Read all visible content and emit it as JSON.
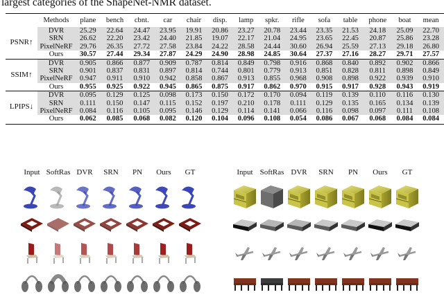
{
  "caption": "largest categories of the ShapeNet-NMR dataset.",
  "table": {
    "methods_header": "Methods",
    "categories": [
      "plane",
      "bench",
      "cbnt.",
      "car",
      "chair",
      "disp.",
      "lamp",
      "spkr.",
      "rifle",
      "sofa",
      "table",
      "phone",
      "boat",
      "mean"
    ],
    "groups": [
      {
        "metric": "PSNR↑",
        "rows": [
          {
            "method": "DVR",
            "values": [
              "25.29",
              "22.64",
              "24.47",
              "23.95",
              "19.91",
              "20.86",
              "23.27",
              "20.78",
              "23.44",
              "23.35",
              "21.53",
              "24.18",
              "25.09",
              "22.70"
            ]
          },
          {
            "method": "SRN",
            "values": [
              "26.62",
              "22.20",
              "23.42",
              "24.40",
              "21.85",
              "19.07",
              "22.17",
              "21.04",
              "24.95",
              "23.65",
              "22.45",
              "20.87",
              "25.86",
              "23.28"
            ]
          },
          {
            "method": "PixelNeRF",
            "values": [
              "29.76",
              "26.35",
              "27.72",
              "27.58",
              "23.84",
              "24.22",
              "28.58",
              "24.44",
              "30.60",
              "26.94",
              "25.59",
              "27.13",
              "29.18",
              "26.80"
            ]
          },
          {
            "method": "Ours",
            "values": [
              "30.57",
              "27.44",
              "29.34",
              "27.87",
              "24.29",
              "24.90",
              "28.98",
              "24.85",
              "30.64",
              "27.37",
              "27.16",
              "28.27",
              "29.71",
              "27.57"
            ]
          }
        ]
      },
      {
        "metric": "SSIM↑",
        "rows": [
          {
            "method": "DVR",
            "values": [
              "0.905",
              "0.866",
              "0.877",
              "0.909",
              "0.787",
              "0.814",
              "0.849",
              "0.798",
              "0.916",
              "0.868",
              "0.840",
              "0.892",
              "0.902",
              "0.866"
            ]
          },
          {
            "method": "SRN",
            "values": [
              "0.901",
              "0.837",
              "0.831",
              "0.897",
              "0.814",
              "0.744",
              "0.801",
              "0.779",
              "0.913",
              "0.851",
              "0.828",
              "0.811",
              "0.898",
              "0.849"
            ]
          },
          {
            "method": "PixelNeRF",
            "values": [
              "0.947",
              "0.911",
              "0.910",
              "0.942",
              "0.858",
              "0.867",
              "0.913",
              "0.855",
              "0.968",
              "0.908",
              "0.898",
              "0.922",
              "0.939",
              "0.910"
            ]
          },
          {
            "method": "Ours",
            "values": [
              "0.955",
              "0.925",
              "0.922",
              "0.945",
              "0.865",
              "0.875",
              "0.917",
              "0.862",
              "0.970",
              "0.915",
              "0.917",
              "0.928",
              "0.943",
              "0.919"
            ]
          }
        ]
      },
      {
        "metric": "LPIPS↓",
        "rows": [
          {
            "method": "DVR",
            "values": [
              "0.095",
              "0.129",
              "0.125",
              "0.098",
              "0.173",
              "0.150",
              "0.172",
              "0.170",
              "0.094",
              "0.119",
              "0.139",
              "0.110",
              "0.116",
              "0.130"
            ]
          },
          {
            "method": "SRN",
            "values": [
              "0.111",
              "0.150",
              "0.147",
              "0.115",
              "0.152",
              "0.197",
              "0.210",
              "0.178",
              "0.111",
              "0.129",
              "0.135",
              "0.165",
              "0.134",
              "0.139"
            ]
          },
          {
            "method": "PixelNeRF",
            "values": [
              "0.084",
              "0.116",
              "0.105",
              "0.095",
              "0.146",
              "0.129",
              "0.114",
              "0.141",
              "0.066",
              "0.116",
              "0.098",
              "0.097",
              "0.111",
              "0.108"
            ]
          },
          {
            "method": "Ours",
            "values": [
              "0.062",
              "0.085",
              "0.068",
              "0.082",
              "0.120",
              "0.104",
              "0.096",
              "0.108",
              "0.054",
              "0.086",
              "0.067",
              "0.068",
              "0.084",
              "0.084"
            ]
          }
        ]
      }
    ]
  },
  "figure": {
    "left_columns": [
      "Input",
      "SoftRas",
      "DVR",
      "SRN",
      "PN",
      "Ours",
      "GT"
    ],
    "right_columns": [
      "Input",
      "SoftRas",
      "DVR",
      "SRN",
      "PN",
      "Ours",
      "GT"
    ],
    "left_rows": [
      "lamp",
      "frame",
      "chair",
      "headphones"
    ],
    "right_rows": [
      "cabinet",
      "sofa",
      "plane",
      "bench"
    ],
    "colors": {
      "lamp": "#3a46b5",
      "frame": "#7a1c14",
      "chair": "#9c1c1c",
      "headphones": "#6b6b6b",
      "cabinet": "#c7c24a",
      "sofa": "#8d8d8d",
      "plane": "#9a9a9a",
      "bench": "#8a3a22"
    }
  }
}
